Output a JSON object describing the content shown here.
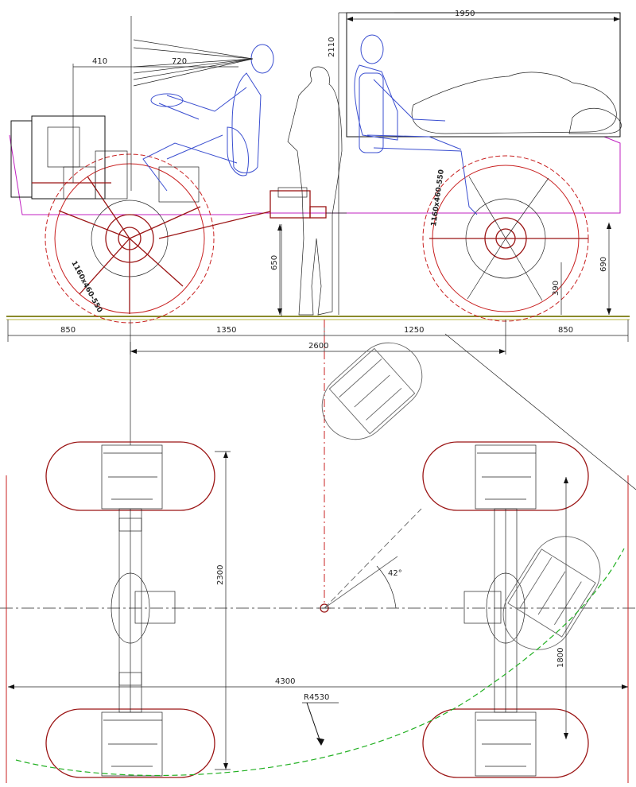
{
  "dimensions": {
    "d410": "410",
    "d720": "720",
    "d1950": "1950",
    "d2110": "2110",
    "d650": "650",
    "d690": "690",
    "d390": "390",
    "d850_left": "850",
    "d1350": "1350",
    "d1250": "1250",
    "d850_right": "850",
    "d2600": "2600",
    "d2300": "2300",
    "d1800": "1800",
    "d4300": "4300",
    "angle": "42°",
    "radius": "R4530"
  },
  "tire_labels": {
    "front": "1160x460-550",
    "rear": "1160x460-550"
  },
  "colors": {
    "ink": "#111111",
    "figure": "#3b4fd0",
    "wheel_outline": "#c82020",
    "wheel_plan": "#9b1515",
    "frame": "#c020c0",
    "turn_arc": "#22b022",
    "ground": "#8a8a2a"
  }
}
